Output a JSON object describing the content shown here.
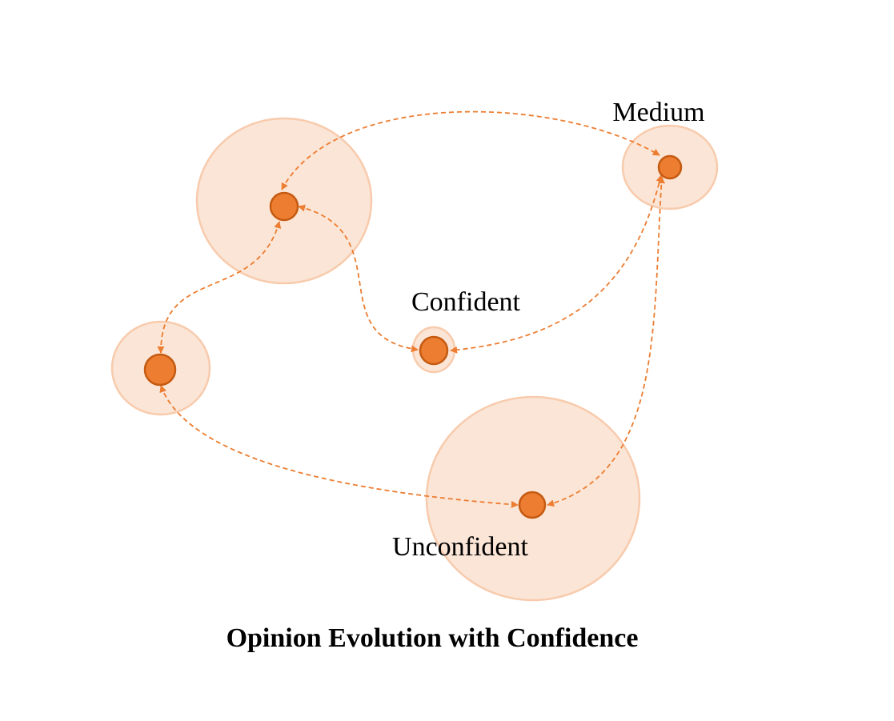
{
  "diagram": {
    "title": "Opinion Evolution with Confidence",
    "colors": {
      "halo_fill": "#fbe5d6",
      "halo_stroke": "#f8cbad",
      "node_fill": "#ed7d31",
      "node_stroke": "#c55a11",
      "edge": "#ed7d31"
    },
    "nodes": [
      {
        "id": "top-left",
        "label": ""
      },
      {
        "id": "top-right",
        "label": "Medium"
      },
      {
        "id": "center",
        "label": "Confident"
      },
      {
        "id": "left",
        "label": ""
      },
      {
        "id": "bottom",
        "label": "Unconfident"
      }
    ],
    "edges": [
      {
        "from": "top-left",
        "to": "top-right",
        "bidirectional": true
      },
      {
        "from": "top-left",
        "to": "center",
        "bidirectional": true
      },
      {
        "from": "top-left",
        "to": "left",
        "bidirectional": true
      },
      {
        "from": "top-right",
        "to": "center",
        "bidirectional": true
      },
      {
        "from": "top-right",
        "to": "bottom",
        "bidirectional": true
      },
      {
        "from": "left",
        "to": "bottom",
        "bidirectional": true
      }
    ]
  }
}
